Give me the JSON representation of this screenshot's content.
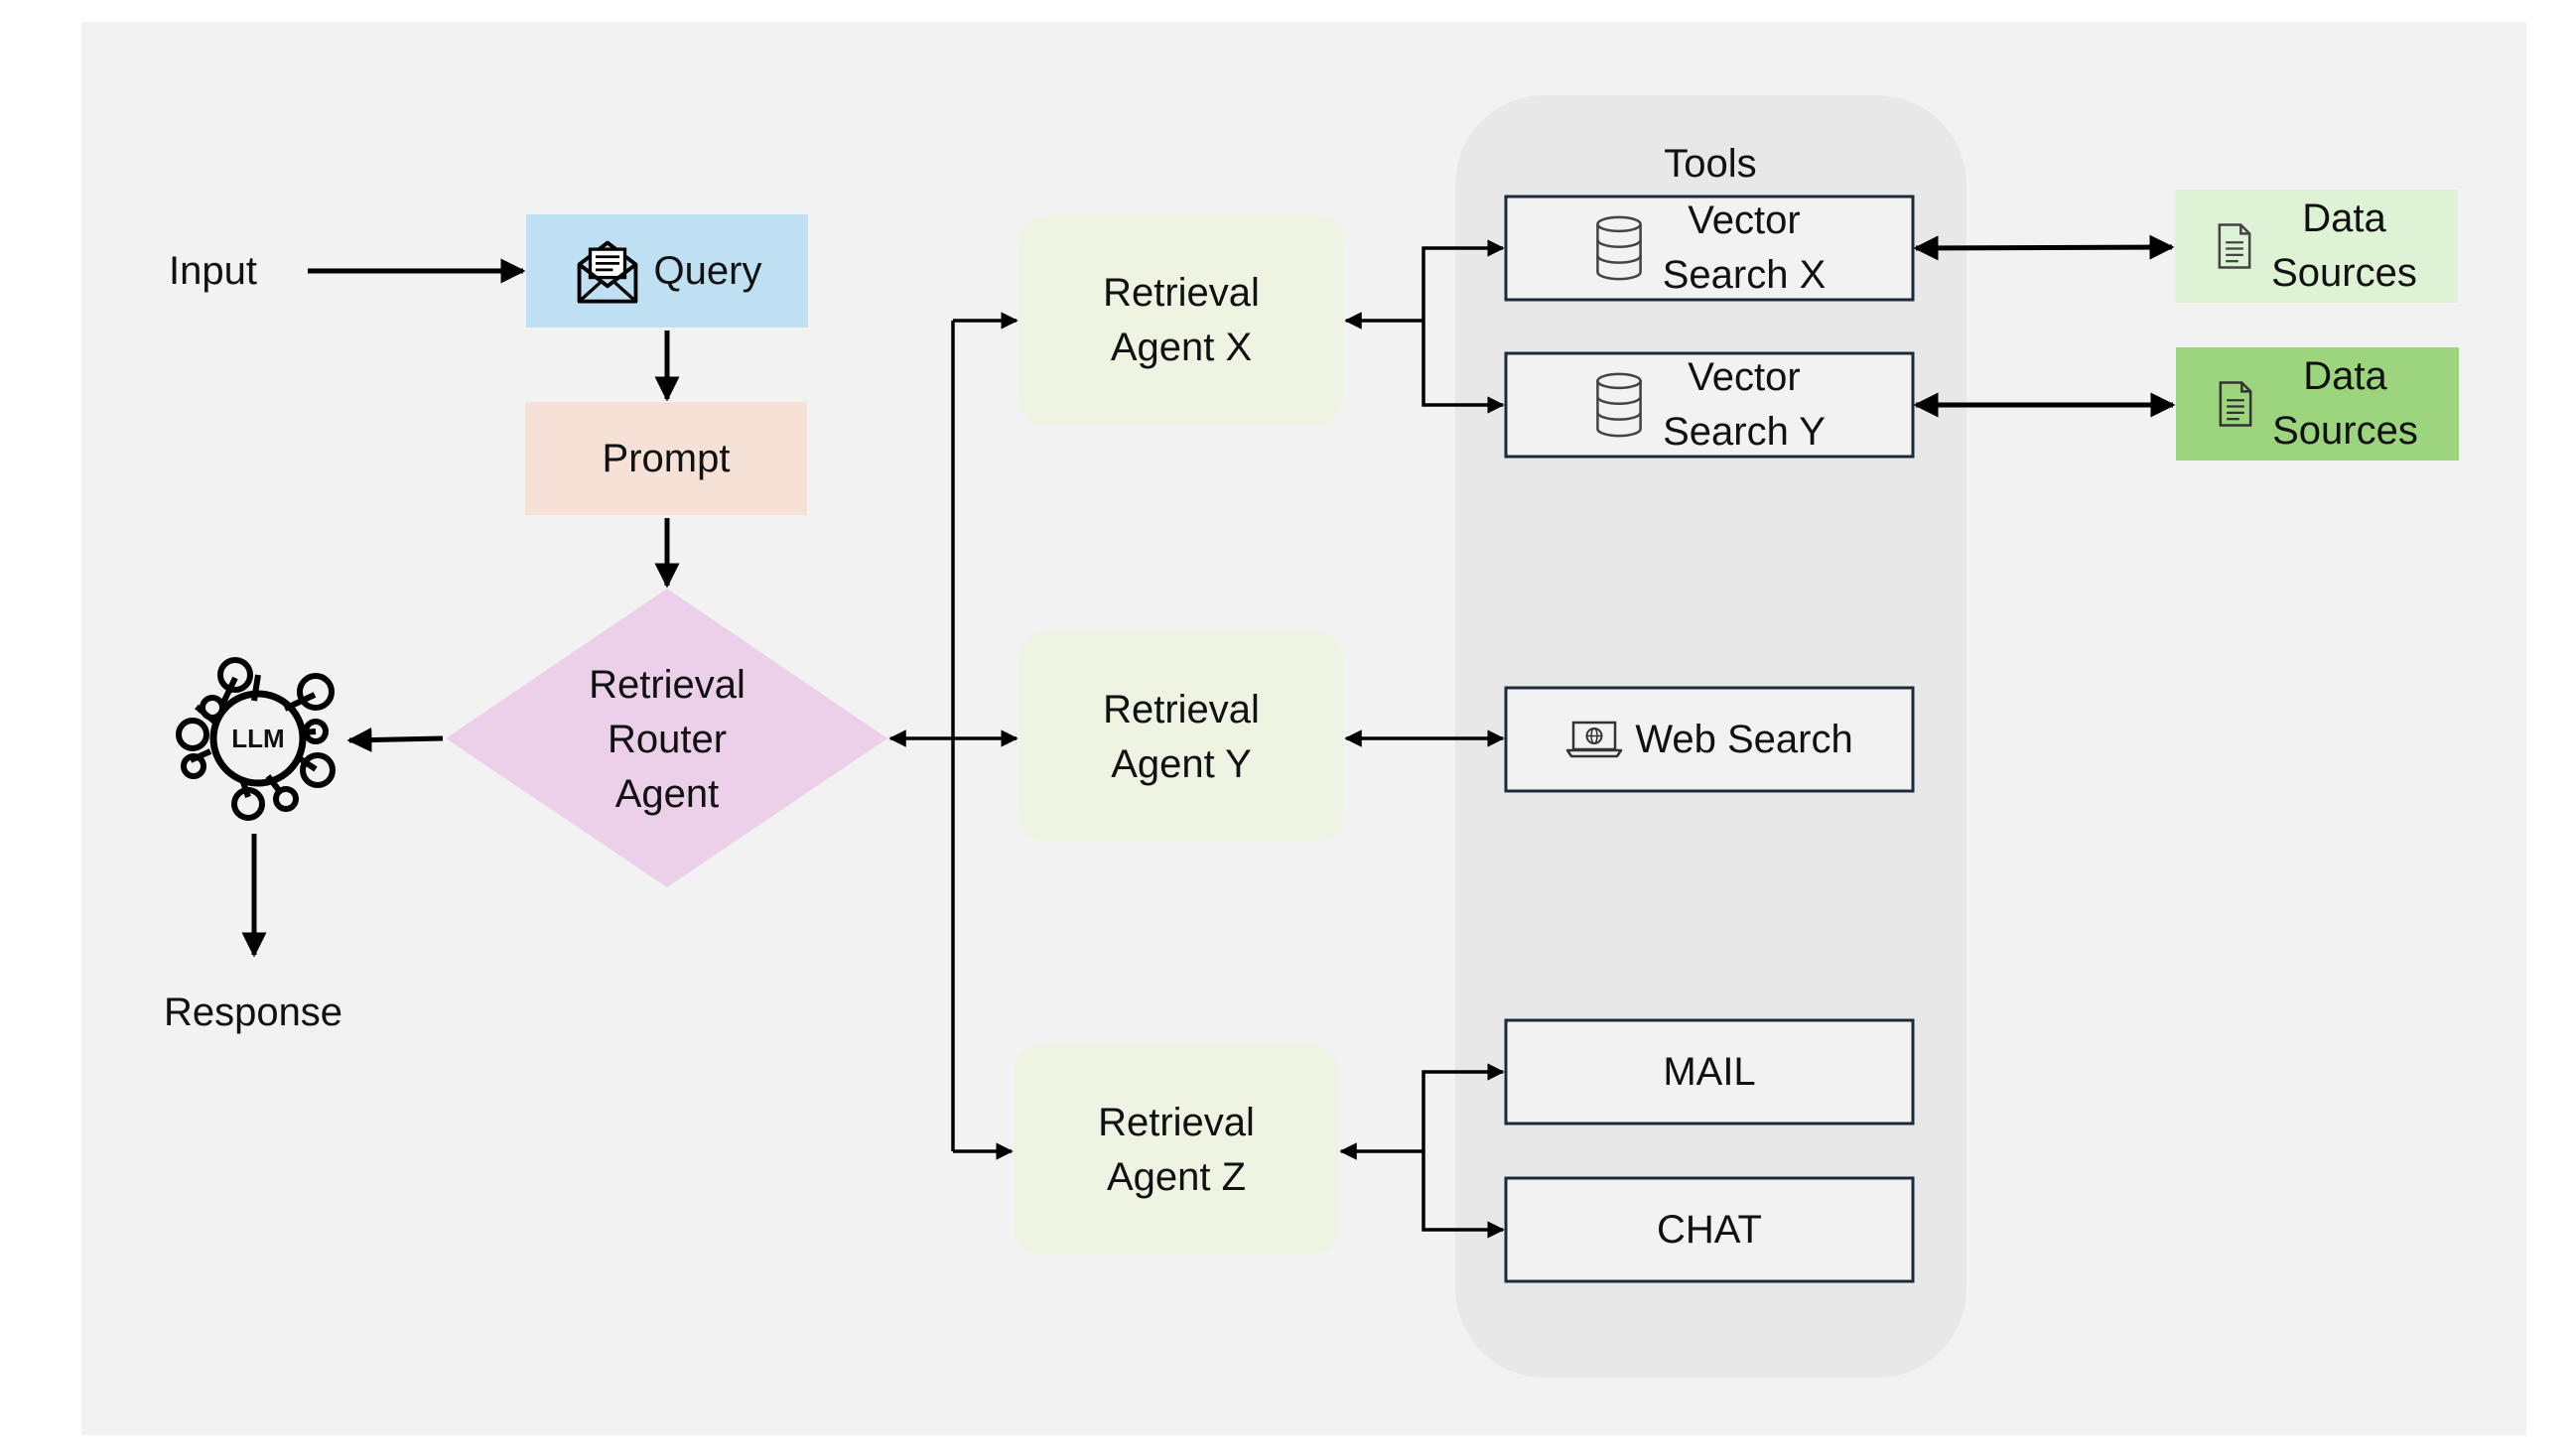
{
  "input_label": "Input",
  "response_label": "Response",
  "query": {
    "label": "Query",
    "icon": "mail-envelope-icon",
    "fill": "#bfe0f2"
  },
  "prompt": {
    "label": "Prompt",
    "fill": "#f6e1d6"
  },
  "router": {
    "label": "Retrieval\nRouter\nAgent",
    "fill": "#ecd0ea"
  },
  "llm": {
    "label": "LLM",
    "icon": "llm-network-icon"
  },
  "agents": [
    {
      "label": "Retrieval\nAgent X"
    },
    {
      "label": "Retrieval\nAgent Y"
    },
    {
      "label": "Retrieval\nAgent Z"
    }
  ],
  "agent_fill": "#eff4e2",
  "tools": {
    "title": "Tools",
    "vector_x": {
      "label": "Vector\nSearch X",
      "icon": "database-icon"
    },
    "vector_y": {
      "label": "Vector\nSearch Y",
      "icon": "database-icon"
    },
    "web": {
      "label": "Web Search",
      "icon": "laptop-globe-icon"
    },
    "mail": {
      "label": "MAIL"
    },
    "chat": {
      "label": "CHAT"
    }
  },
  "data_sources": [
    {
      "label": "Data\nSources",
      "icon": "document-icon",
      "fill": "#def2d5"
    },
    {
      "label": "Data\nSources",
      "icon": "document-icon",
      "fill": "#9dd47e"
    }
  ],
  "colors": {
    "background": "#f2f2f2",
    "tools_panel": "#e8e8e8",
    "box_border": "#1d2a3a"
  }
}
